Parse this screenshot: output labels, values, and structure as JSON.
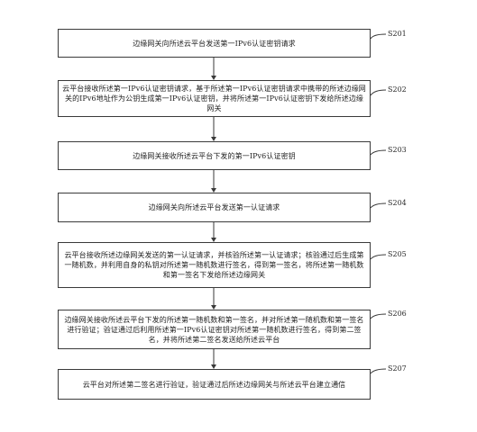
{
  "steps": [
    {
      "label": "S201",
      "text": "边缘网关向所述云平台发送第一IPv6认证密钥请求"
    },
    {
      "label": "S202",
      "text": "云平台接收所述第一IPv6认证密钥请求，基于所述第一IPv6认证密钥请求中携带的所述边缘网关的IPv6地址作为公钥生成第一IPv6认证密钥，并将所述第一IPv6认证密钥下发给所述边缘网关"
    },
    {
      "label": "S203",
      "text": "边缘网关接收所述云平台下发的第一IPv6认证密钥"
    },
    {
      "label": "S204",
      "text": "边缘网关向所述云平台发送第一认证请求"
    },
    {
      "label": "S205",
      "text": "云平台接收所述边缘网关发送的第一认证请求，并核验所述第一认证请求；核验通过后生成第一随机数，并利用自身的私钥对所述第一随机数进行签名，得到第一签名，将所述第一随机数和第一签名下发给所述边缘网关"
    },
    {
      "label": "S206",
      "text": "边缘网关接收所述云平台下发的所述第一随机数和第一签名，并对所述第一随机数和第一签名进行验证；验证通过后利用所述第一IPv6认证密钥对所述第一随机数进行签名，得到第二签名，并将所述第二签名发送给所述云平台"
    },
    {
      "label": "S207",
      "text": "云平台对所述第二签名进行验证，验证通过后所述边缘网关与所述云平台建立通信"
    }
  ]
}
